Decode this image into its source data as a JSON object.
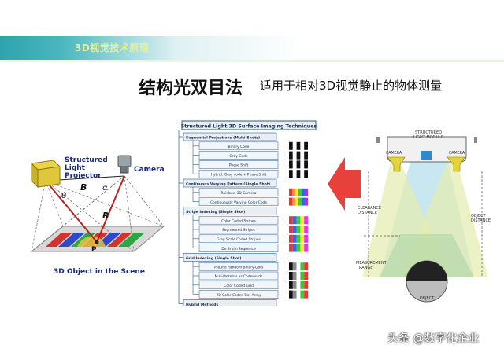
{
  "header": {
    "label": "3D视觉技术原理"
  },
  "title": "结构光双目法",
  "subtitle": "适用于相对3D视觉静止的物体测量",
  "left_diagram": {
    "projector_label_lines": [
      "Structured",
      "Light",
      "Projector"
    ],
    "camera_label": "Camera",
    "b_label": "B",
    "r_label": "R",
    "alpha_label": "α",
    "theta_label": "θ",
    "p_label": "P",
    "caption": "3D Object in the Scene"
  },
  "tree": {
    "title": "Structured Light 3D Surface Imaging Techniques",
    "groups": [
      {
        "label": "Sequential Projections (Multi-Shots)",
        "items": [
          "Binary Code",
          "Gray Code",
          "Phase Shift",
          "Hybrid: Gray code + Phase Shift"
        ]
      },
      {
        "label": "Continuous Varying Pattern (Single Shot)",
        "items": [
          "Rainbow 3D Camera",
          "Continuously Varying Color Code"
        ]
      },
      {
        "label": "Stripe Indexing (Single Shot)",
        "items": [
          "Color Coded Stripes",
          "Segmented Stripes",
          "Gray Scale Coded Stripes",
          "De Bruijn Sequence"
        ]
      },
      {
        "label": "Grid Indexing (Single Shot)",
        "items": [
          "Pseudo Random Binary-Dots",
          "Mini-Patterns as Codewords",
          "Color Coded Grid",
          "2D Color Coded Dot Array"
        ]
      },
      {
        "label": "Hybrid Methods",
        "items": []
      }
    ]
  },
  "right_diagram": {
    "module_label_lines": [
      "STRUCTURED",
      "LIGHT MODULE"
    ],
    "camera_left": "CAMERA",
    "camera_right": "CAMERA",
    "clearance_lines": [
      "CLEARANCE",
      "DISTANCE"
    ],
    "object_distance_lines": [
      "OBJECT",
      "DISTANCE"
    ],
    "measurement_lines": [
      "MEASUREMENT",
      "RANGE"
    ],
    "object_label": "OBJECT"
  },
  "watermark": "头条 @数字化企业",
  "colors": {
    "header_teal": "#2fa3ad",
    "arrow_red": "#e8413c",
    "tree_blue": "#2f5a8a"
  }
}
